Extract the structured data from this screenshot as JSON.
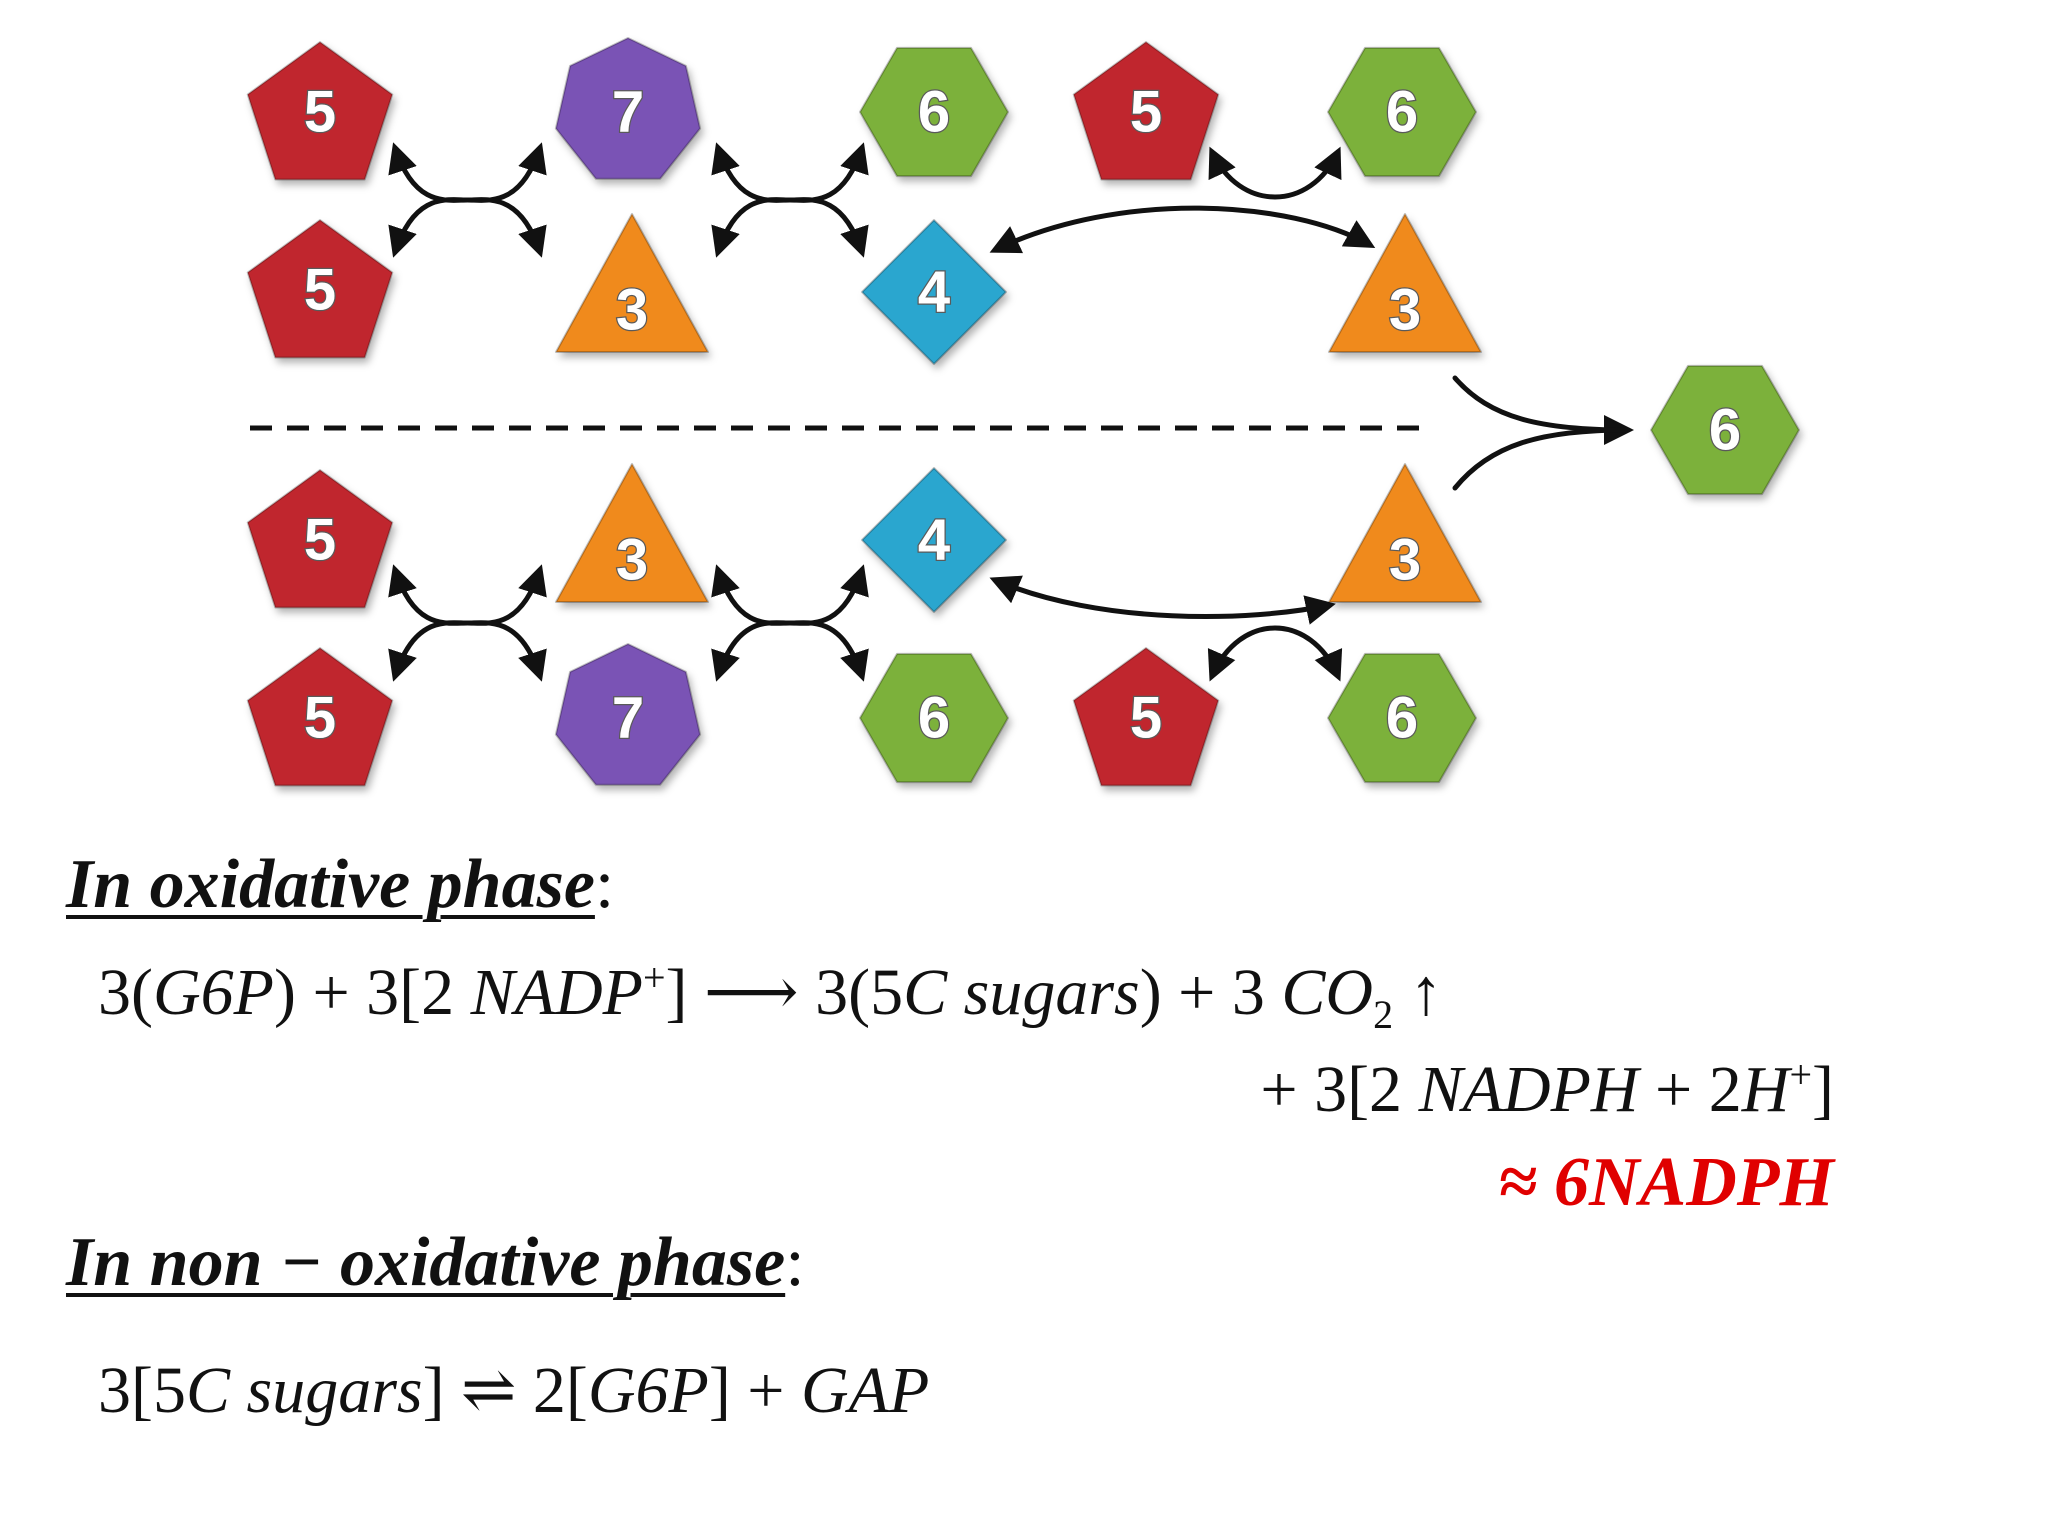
{
  "diagram": {
    "nodes": [
      {
        "id": "t1",
        "shape": "pentagon",
        "color": "#c0282d",
        "label": "5"
      },
      {
        "id": "t2",
        "shape": "heptagon",
        "color": "#7a53b5",
        "label": "7"
      },
      {
        "id": "t3",
        "shape": "hexagon",
        "color": "#7cb13a",
        "label": "6"
      },
      {
        "id": "t4",
        "shape": "pentagon",
        "color": "#c0282d",
        "label": "5"
      },
      {
        "id": "t5",
        "shape": "hexagon",
        "color": "#7cb13a",
        "label": "6"
      },
      {
        "id": "m1",
        "shape": "pentagon",
        "color": "#c0282d",
        "label": "5"
      },
      {
        "id": "m2",
        "shape": "triangle",
        "color": "#f08a1c",
        "label": "3"
      },
      {
        "id": "m3",
        "shape": "diamond",
        "color": "#2ba6cf",
        "label": "4"
      },
      {
        "id": "m4",
        "shape": "triangle",
        "color": "#f08a1c",
        "label": "3"
      },
      {
        "id": "r1",
        "shape": "hexagon",
        "color": "#7cb13a",
        "label": "6"
      },
      {
        "id": "n1",
        "shape": "pentagon",
        "color": "#c0282d",
        "label": "5"
      },
      {
        "id": "n2",
        "shape": "triangle",
        "color": "#f08a1c",
        "label": "3"
      },
      {
        "id": "n3",
        "shape": "diamond",
        "color": "#2ba6cf",
        "label": "4"
      },
      {
        "id": "n4",
        "shape": "triangle",
        "color": "#f08a1c",
        "label": "3"
      },
      {
        "id": "b1",
        "shape": "pentagon",
        "color": "#c0282d",
        "label": "5"
      },
      {
        "id": "b2",
        "shape": "heptagon",
        "color": "#7a53b5",
        "label": "7"
      },
      {
        "id": "b3",
        "shape": "hexagon",
        "color": "#7cb13a",
        "label": "6"
      },
      {
        "id": "b4",
        "shape": "pentagon",
        "color": "#c0282d",
        "label": "5"
      },
      {
        "id": "b5",
        "shape": "hexagon",
        "color": "#7cb13a",
        "label": "6"
      }
    ],
    "edges": [
      {
        "from": "t1",
        "to": "m2",
        "type": "swap"
      },
      {
        "from": "m1",
        "to": "t2",
        "type": "swap"
      },
      {
        "from": "t2",
        "to": "m3",
        "type": "swap"
      },
      {
        "from": "m2",
        "to": "t3",
        "type": "swap"
      },
      {
        "from": "m3",
        "to": "m4",
        "type": "transfer"
      },
      {
        "from": "t4",
        "to": "t5",
        "type": "transfer"
      },
      {
        "from": "n1",
        "to": "b2",
        "type": "swap"
      },
      {
        "from": "b1",
        "to": "n2",
        "type": "swap"
      },
      {
        "from": "n2",
        "to": "b3",
        "type": "swap"
      },
      {
        "from": "b2",
        "to": "n3",
        "type": "swap"
      },
      {
        "from": "n3",
        "to": "n4",
        "type": "transfer"
      },
      {
        "from": "b4",
        "to": "b5",
        "type": "transfer"
      },
      {
        "from": "m4",
        "to": "r1",
        "type": "merge"
      },
      {
        "from": "n4",
        "to": "r1",
        "type": "merge"
      }
    ],
    "divider": "dashed"
  },
  "oxidative": {
    "heading": "In oxidative phase",
    "colon": ":",
    "line1": {
      "num1": "3(",
      "g6p": "G6P",
      "close1": ") + 3[2 ",
      "nadp": "NADP",
      "sup1": "+",
      "close2": "] ⟶ 3(5",
      "csug": "C sugars",
      "close3": ") + 3 ",
      "co": "CO",
      "sub2": "2",
      "arrow": " ↑"
    },
    "line2": {
      "plus": "+ 3[2 ",
      "nadph": "NADPH",
      "mid": " + 2",
      "h": "H",
      "sup": "+",
      "close": "]"
    },
    "total": "≈ 6NADPH"
  },
  "nonoxidative": {
    "heading": "In non − oxidative phase",
    "colon": ":",
    "line": {
      "a": "3[5",
      "csug": "C sugars",
      "b": "] ⇌ 2[",
      "g6p": "G6P",
      "c": "] + ",
      "gap": "GAP"
    }
  }
}
